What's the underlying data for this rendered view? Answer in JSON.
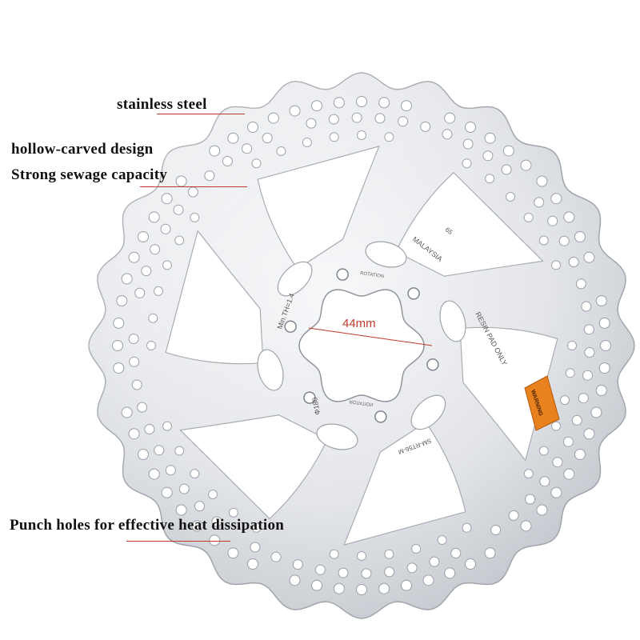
{
  "annotations": {
    "stainless_steel": "stainless steel",
    "hollow_carved": "hollow-carved design",
    "sewage_capacity": "Strong sewage capacity",
    "punch_holes": "Punch holes for effective heat dissipation",
    "measurement": "44mm"
  },
  "rotor_markings": {
    "country": "MALAYSIA",
    "code": "65",
    "rotation_top": "ROTATION",
    "rotation_bottom": "ROTATION",
    "resin": "RESIN PAD ONLY",
    "min_thickness": "Min.TH=1.4",
    "diameter": "Φ180",
    "model": "SM-RT56-M",
    "warning": "WARNING"
  },
  "colors": {
    "leader": "#c0392b",
    "steel_light": "#f1f2f4",
    "steel_mid": "#c9ccd1",
    "steel_dark": "#8e939a",
    "sticker": "#e8821e"
  }
}
